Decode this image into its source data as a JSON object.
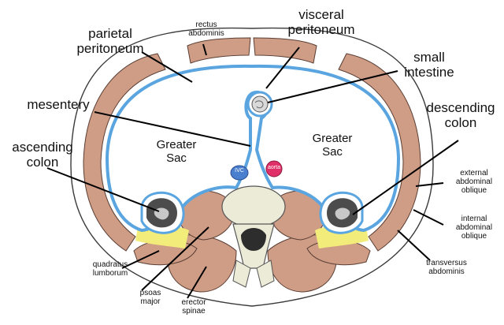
{
  "labels": {
    "parietal_peritoneum": [
      "parietal",
      "peritoneum"
    ],
    "rectus_abdominis": [
      "rectus",
      "abdominis"
    ],
    "visceral_peritoneum": [
      "visceral",
      "peritoneum"
    ],
    "small_intestine": [
      "small",
      "intestine"
    ],
    "mesentery": [
      "mesentery"
    ],
    "descending_colon": [
      "descending",
      "colon"
    ],
    "ascending_colon": [
      "ascending",
      "colon"
    ],
    "greater_sac_left": [
      "Greater",
      "Sac"
    ],
    "greater_sac_right": [
      "Greater",
      "Sac"
    ],
    "ivc": "IVC",
    "aorta": "aorta",
    "external_abdominal_oblique": [
      "external",
      "abdominal",
      "oblique"
    ],
    "internal_abdominal_oblique": [
      "internal",
      "abdominal",
      "oblique"
    ],
    "transversus_abdominis": [
      "transversus",
      "abdominis"
    ],
    "quadratus_lumborum": [
      "quadratus",
      "lumborum"
    ],
    "psoas_major": [
      "psoas",
      "major"
    ],
    "erector_spinae": [
      "erector",
      "spinae"
    ]
  },
  "colors": {
    "peritoneum": "#5aa5e0",
    "cavity": "#ffffff",
    "muscle": "#cf9d86",
    "muscle_stroke": "#5a3e34",
    "fat": "#f2ec7a",
    "bone": "#ecebd8",
    "colon": "#4c4c4c",
    "ivc": "#4a7fd0",
    "aorta": "#e0306a",
    "leader": "#000000"
  }
}
